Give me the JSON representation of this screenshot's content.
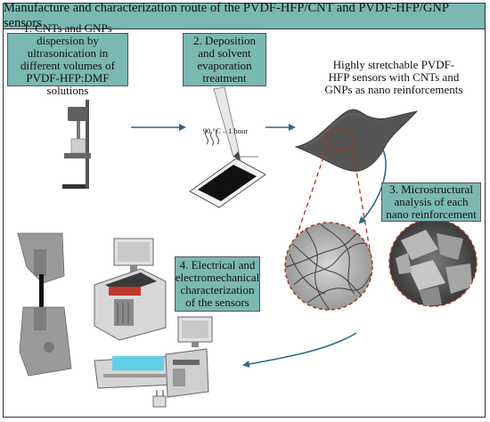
{
  "title": "Manufacture and characterization route of the PVDF-HFP/CNT and PVDF-HFP/GNP sensors",
  "steps": {
    "step1": "1. CNTs and GNPs dispersion by ultrasonication in different volumes of PVDF-HFP:DMF solutions",
    "step2": "2. Deposition and solvent evaporation treatment",
    "step3": "3. Microstructural analysis of each nano reinforcement",
    "step4": "4. Electrical and electromechanical characterization of the sensors"
  },
  "sensor_caption": "Highly stretchable PVDF-HFP sensors with CNTs and GNPs as nano reinforcements",
  "treatment_label": "90 °C – 1 hour",
  "colors": {
    "box_fill": "#7ab8b3",
    "arrow": "#2a6a8a",
    "dashed": "#b03020"
  }
}
